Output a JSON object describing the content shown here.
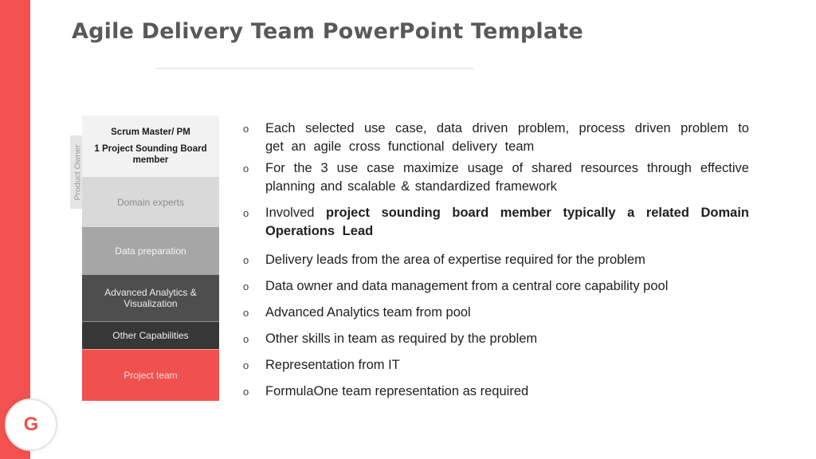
{
  "slide": {
    "title": "Agile Delivery Team PowerPoint Template"
  },
  "colors": {
    "accent_red": "#F2514F",
    "title_gray": "#595959",
    "project_team_red": "#F0504E"
  },
  "badge": {
    "letter": "G"
  },
  "stack": {
    "side_label": "Product Owner",
    "boxes": [
      {
        "title": "Scrum Master/ PM",
        "subtitle": "1 Project Sounding Board member",
        "bg": "#F2F2F2",
        "fg": "#1A1A1A"
      },
      {
        "label": "Domain experts",
        "bg": "#D9D9D9",
        "fg": "#8C8C8C"
      },
      {
        "label": "Data preparation",
        "bg": "#A6A6A6",
        "fg": "#F5F5F5"
      },
      {
        "label": "Advanced Analytics & Visualization",
        "bg": "#4E4E4E",
        "fg": "#EDEDED"
      },
      {
        "label": "Other Capabilities",
        "bg": "#373737",
        "fg": "#EFEFEF"
      },
      {
        "label": "Project team",
        "bg": "#F0504E",
        "fg": "#FBDCDC"
      }
    ]
  },
  "bullets": {
    "marker": "o",
    "items": [
      {
        "text": "Each selected use case, data driven problem, process driven problem to get an agile cross functional delivery team",
        "bold_text": ""
      },
      {
        "text": "For the 3 use case maximize usage of shared resources through effective planning and scalable & standardized framework",
        "bold_text": ""
      },
      {
        "text": "Involved ",
        "bold_text": "project sounding board member typically a related Domain Operations Lead"
      },
      {
        "text": "Delivery leads from the area of expertise required for the problem",
        "bold_text": ""
      },
      {
        "text": "Data owner and data management from a central core capability pool",
        "bold_text": ""
      },
      {
        "text": "Advanced Analytics team from pool",
        "bold_text": ""
      },
      {
        "text": "Other skills in team as required by the problem",
        "bold_text": ""
      },
      {
        "text": "Representation from IT",
        "bold_text": ""
      },
      {
        "text": "FormulaOne team representation as required",
        "bold_text": ""
      }
    ]
  }
}
